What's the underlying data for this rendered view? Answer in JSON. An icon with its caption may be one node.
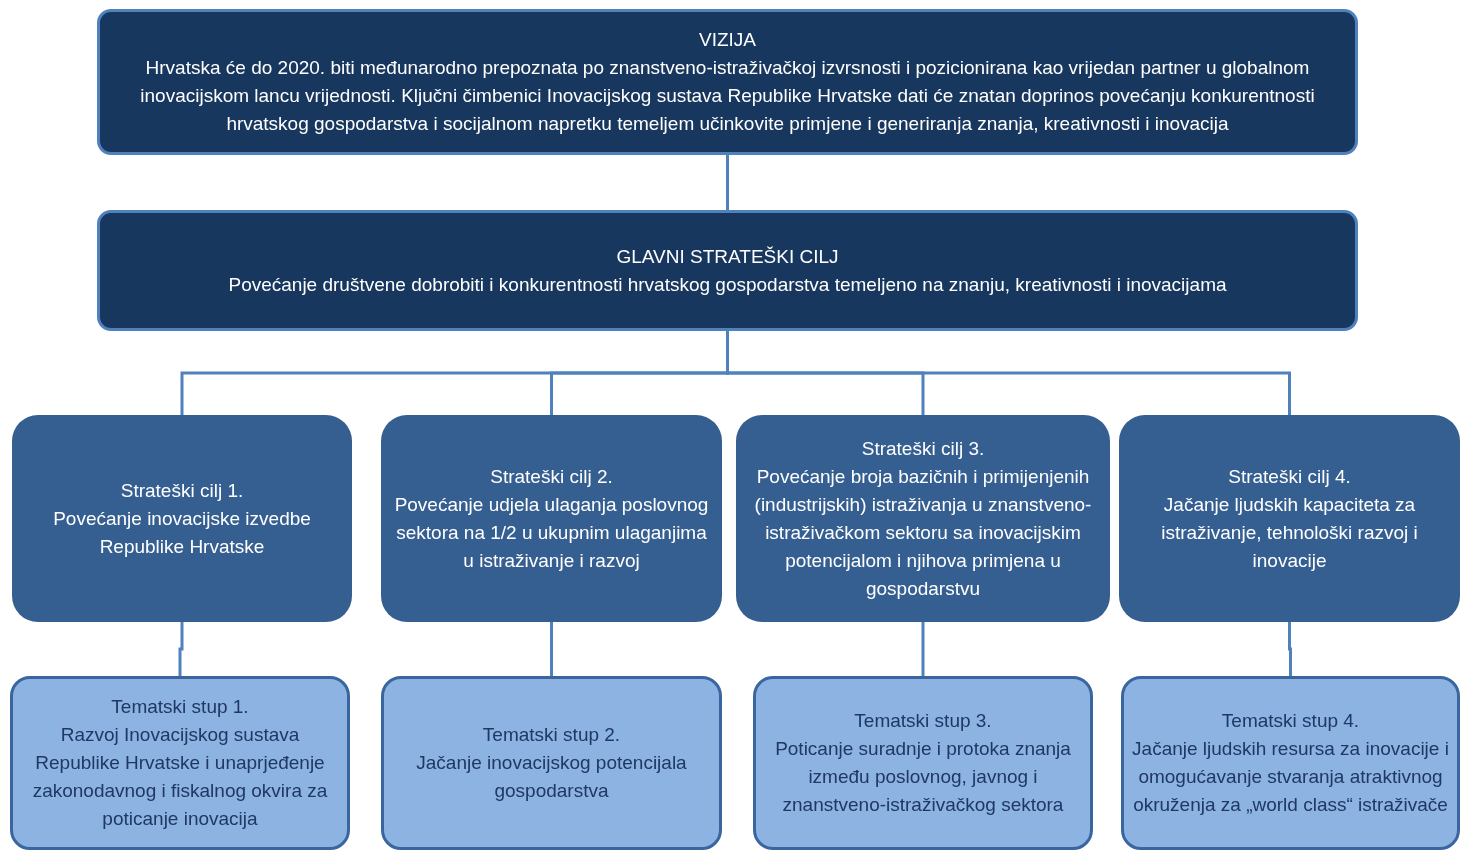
{
  "diagram": {
    "nodes": [
      {
        "text": [
          "VIZIJA",
          "Hrvatska će do 2020. biti međunarodno prepoznata po znanstveno-istraživačkoj izvrsnosti i pozicionirana kao vrijedan partner u globalnom inovacijskom lancu vrijednosti. Ključni čimbenici Inovacijskog sustava Republike Hrvatske dati će znatan doprinos povećanju konkurentnosti hrvatskog gospodarstva i socijalnom napretku temeljem učinkovite primjene i generiranja znanja, kreativnosti i inovacija"
        ]
      },
      {
        "text": [
          "GLAVNI STRATEŠKI CILJ",
          "Povećanje društvene dobrobiti i konkurentnosti hrvatskog gospodarstva temeljeno na znanju, kreativnosti i inovacijama"
        ]
      },
      {
        "text": [
          "Strateški cilj 1.",
          "Povećanje inovacijske izvedbe Republike Hrvatske"
        ]
      },
      {
        "text": [
          "Strateški cilj 2.",
          "Povećanje udjela ulaganja poslovnog sektora na 1/2 u ukupnim ulaganjima u istraživanje i razvoj"
        ]
      },
      {
        "text": [
          "Strateški cilj 3.",
          "Povećanje broja bazičnih i primijenjenih (industrijskih) istraživanja u znanstveno-istraživačkom sektoru sa inovacijskim potencijalom i njihova primjena u gospodarstvu"
        ]
      },
      {
        "text": [
          "Strateški cilj 4.",
          "Jačanje ljudskih kapaciteta za istraživanje, tehnološki razvoj i inovacije"
        ]
      },
      {
        "text": [
          "Tematski stup 1.",
          "Razvoj Inovacijskog sustava Republike Hrvatske i unaprjeđenje zakonodavnog i fiskalnog okvira za poticanje inovacija"
        ]
      },
      {
        "text": [
          "Tematski stup 2.",
          "Jačanje inovacijskog potencijala gospodarstva"
        ]
      },
      {
        "text": [
          "Tematski stup 3.",
          "Poticanje suradnje i protoka znanja između poslovnog, javnog i znanstveno-istraživačkog sektora"
        ]
      },
      {
        "text": [
          "Tematski stup 4.",
          "Jačanje ljudskih resursa za inovacije i omogućavanje stvaranja atraktivnog okruženja za „world class“ istraživače"
        ]
      }
    ],
    "edges": [
      {
        "from": 0,
        "to": 1,
        "arrow": "none"
      },
      {
        "from": 1,
        "to": 2,
        "arrow": "none"
      },
      {
        "from": 1,
        "to": 3,
        "arrow": "none"
      },
      {
        "from": 1,
        "to": 4,
        "arrow": "none"
      },
      {
        "from": 1,
        "to": 5,
        "arrow": "none"
      },
      {
        "from": 2,
        "to": 6,
        "arrow": "none"
      },
      {
        "from": 3,
        "to": 7,
        "arrow": "none"
      },
      {
        "from": 4,
        "to": 8,
        "arrow": "none"
      },
      {
        "from": 5,
        "to": 9,
        "arrow": "none"
      }
    ]
  }
}
